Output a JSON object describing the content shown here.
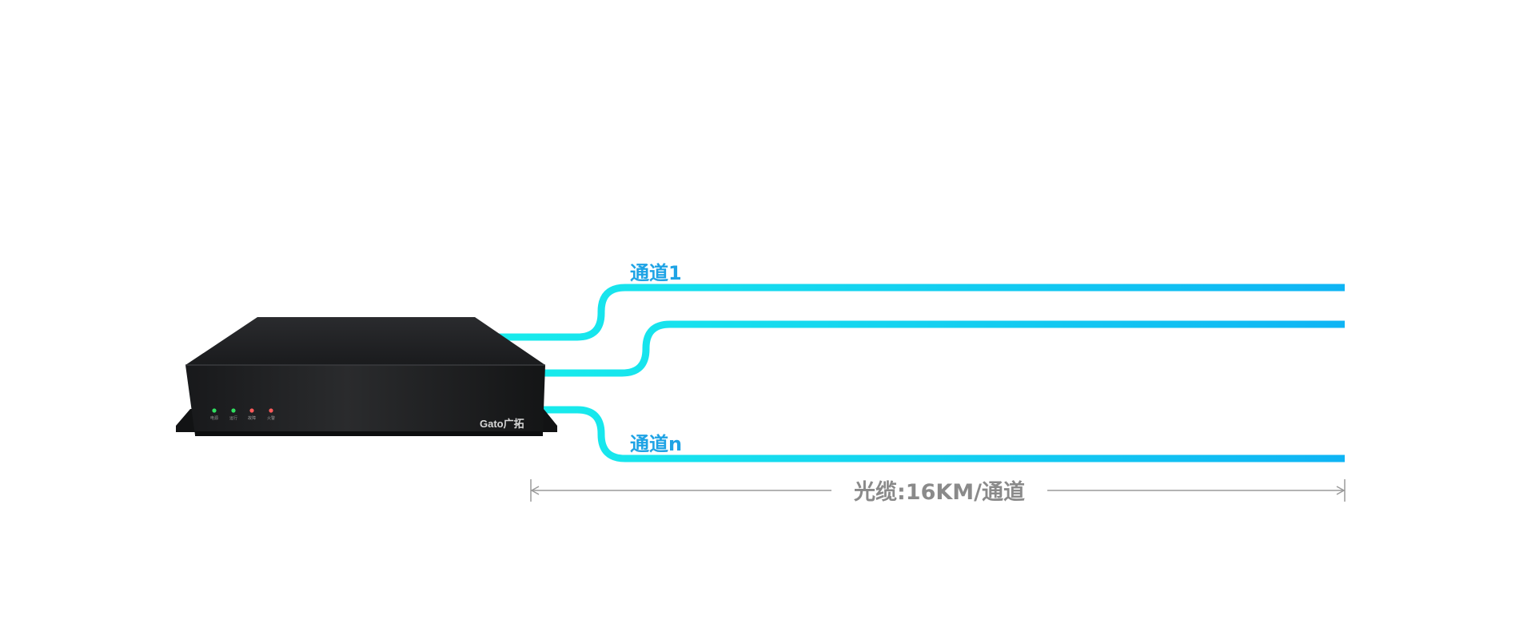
{
  "diagram": {
    "channel_first_label": "通道1",
    "channel_last_label": "通道n",
    "cable_spec_label": "光缆:16KM/通道"
  },
  "device": {
    "brand": "Gato广拓",
    "indicators": [
      {
        "label": "电源",
        "color": "#30e060"
      },
      {
        "label": "运行",
        "color": "#30e060"
      },
      {
        "label": "故障",
        "color": "#ff5a5a"
      },
      {
        "label": "火警",
        "color": "#ff5a5a"
      }
    ]
  },
  "colors": {
    "fiber_start": "#18ecec",
    "fiber_end": "#0fb4f4",
    "channel_label": "#1ea3e5",
    "dimension_line": "#9a9a9a",
    "device_body": "#1e1f21"
  }
}
